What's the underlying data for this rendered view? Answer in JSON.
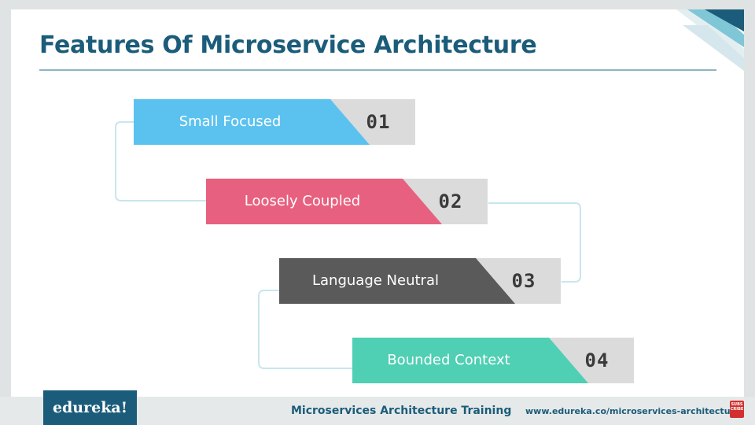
{
  "slide": {
    "title": "Features Of Microservice Architecture"
  },
  "features": [
    {
      "label": "Small Focused",
      "number": "01",
      "color": "#5bc2f0"
    },
    {
      "label": "Loosely Coupled",
      "number": "02",
      "color": "#e8607f"
    },
    {
      "label": "Language Neutral",
      "number": "03",
      "color": "#5a5a5a"
    },
    {
      "label": "Bounded Context",
      "number": "04",
      "color": "#4fcfb3"
    }
  ],
  "colors": {
    "title": "#1b5c7a",
    "number_box": "#dbdbdb",
    "connector": "#c8e6ef",
    "footer_brand": "#1b5c7a"
  },
  "footer": {
    "logo": "edureka!",
    "course": "Microservices Architecture Training",
    "url": "www.edureka.co/microservices-architecture-training",
    "badge": "SUBSCRIBE"
  },
  "icons": {
    "corner": "corner-stripes-icon",
    "subscribe": "subscribe-badge-icon"
  }
}
